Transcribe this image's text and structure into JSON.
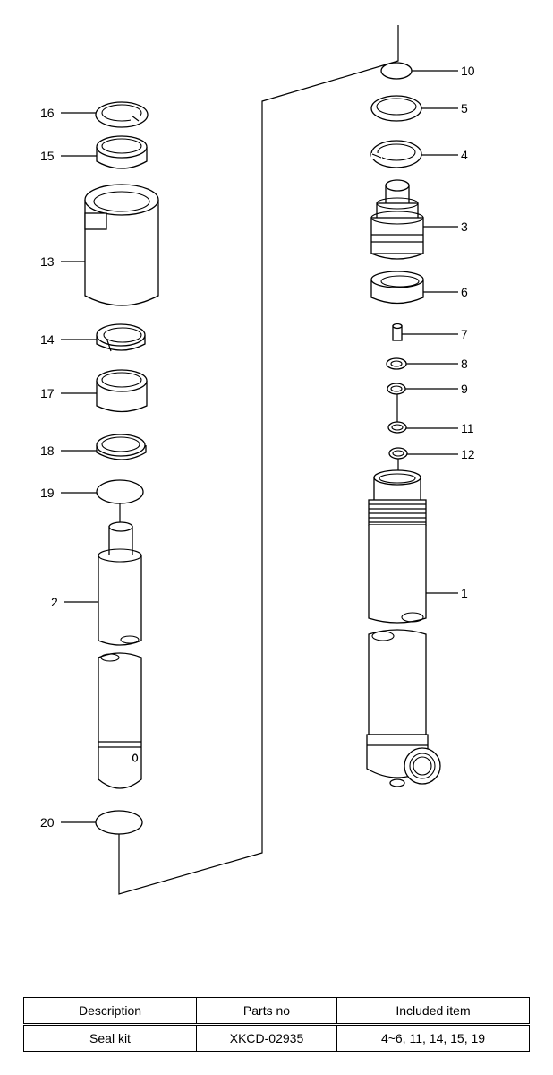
{
  "diagram": {
    "callouts": {
      "c1": "1",
      "c2": "2",
      "c3": "3",
      "c4": "4",
      "c5": "5",
      "c6": "6",
      "c7": "7",
      "c8": "8",
      "c9": "9",
      "c10": "10",
      "c11": "11",
      "c12": "12",
      "c13": "13",
      "c14": "14",
      "c15": "15",
      "c16": "16",
      "c17": "17",
      "c18": "18",
      "c19": "19",
      "c20": "20"
    }
  },
  "table": {
    "headers": [
      "Description",
      "Parts no",
      "Included item"
    ],
    "rows": [
      [
        "Seal kit",
        "XKCD-02935",
        "4~6, 11, 14, 15, 19"
      ]
    ]
  }
}
